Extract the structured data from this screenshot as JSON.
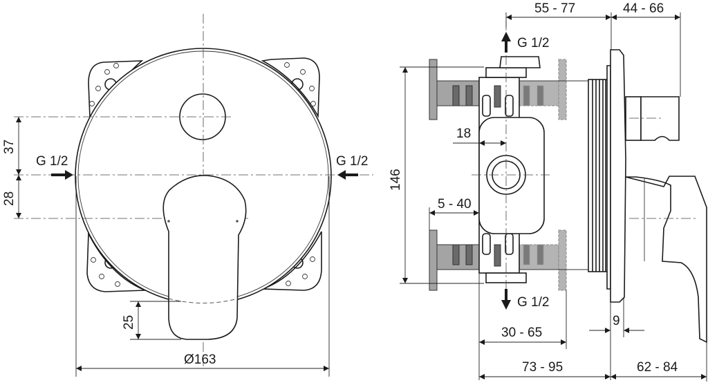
{
  "drawing": {
    "front_view": {
      "diameter_label": "Ø163",
      "inlet_left_label": "G 1/2",
      "inlet_right_label": "G 1/2",
      "dim_top_offset": "37",
      "dim_bottom_offset": "28",
      "dim_lever_overhang": "25"
    },
    "side_view": {
      "outlet_top_label": "G 1/2",
      "outlet_bottom_label": "G 1/2",
      "dim_height": "146",
      "dim_body_to_wall": "55 - 77",
      "dim_spout_projection": "44 - 66",
      "dim_body_offset": "18",
      "dim_stop_range": "5 - 40",
      "dim_mount_range": "30 - 65",
      "dim_total_depth": "73 - 95",
      "dim_lever_projection": "62 - 84",
      "dim_plate_thickness": "9"
    },
    "colors": {
      "line": "#1a1a1a",
      "fill_gray": "#a4a4a4",
      "fill_dark": "#6a6a6a",
      "background": "#ffffff"
    }
  }
}
